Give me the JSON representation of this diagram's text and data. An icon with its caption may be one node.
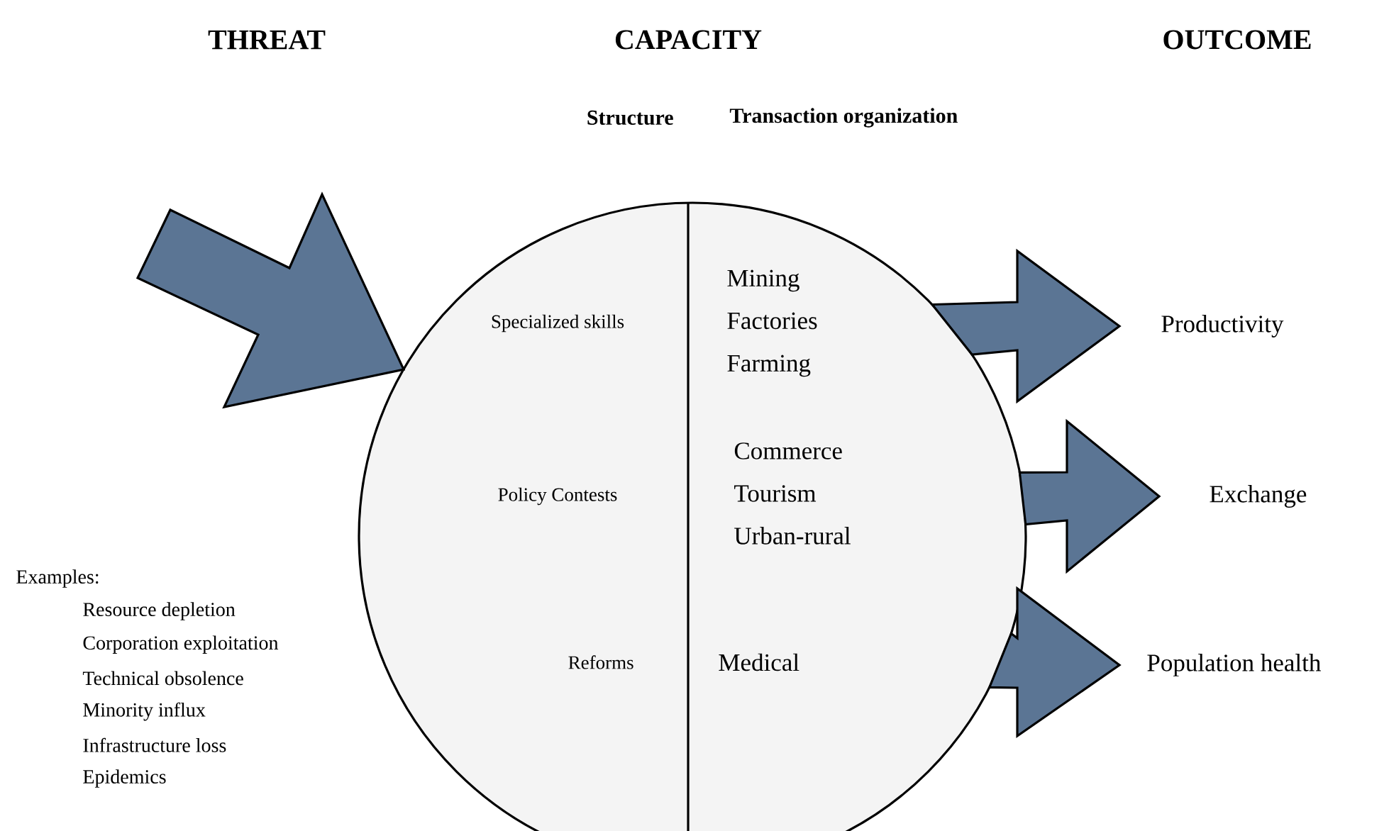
{
  "diagram": {
    "nodes": [
      {
        "text": [
          "Structure",
          "Transaction organization",
          "Specialized skills",
          "Policy Contests",
          "Reforms",
          "Mining Factories Farming",
          "Commerce Tourism Urban-rural",
          "Medical"
        ]
      },
      {
        "text": [
          "Productivity"
        ]
      },
      {
        "text": [
          "Exchange"
        ]
      },
      {
        "text": [
          "Population health"
        ]
      }
    ],
    "edges": [
      {
        "from": null,
        "to": 0,
        "arrow": "to"
      },
      {
        "from": 0,
        "to": 1,
        "arrow": "to"
      },
      {
        "from": 0,
        "to": 2,
        "arrow": "to"
      },
      {
        "from": 0,
        "to": 3,
        "arrow": "to"
      }
    ],
    "labels": [
      "THREAT",
      "CAPACITY",
      "OUTCOME",
      "Examples:",
      "Resource depletion",
      "Corporation exploitation",
      "Technical obsolence",
      "Minority influx",
      "Infrastructure loss",
      "Epidemics"
    ]
  }
}
